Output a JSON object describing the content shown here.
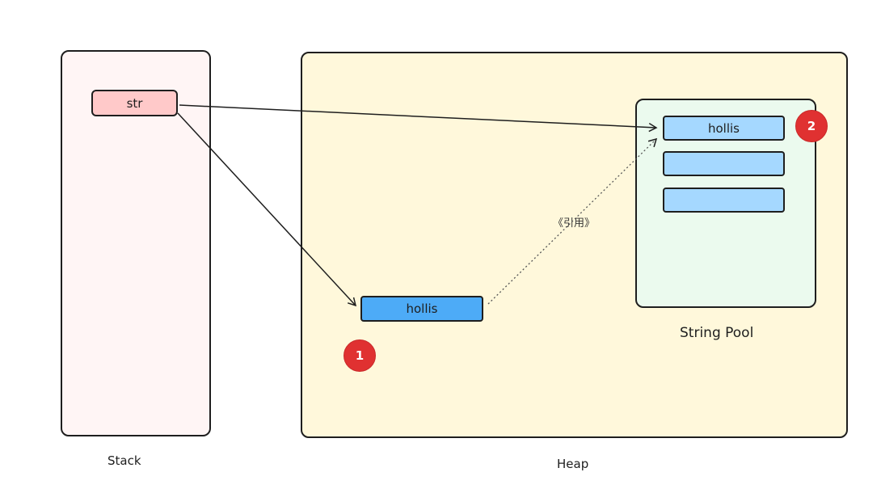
{
  "regions": {
    "stack_label": "Stack",
    "heap_label": "Heap",
    "string_pool_label": "String Pool"
  },
  "stack": {
    "variable": "str"
  },
  "heap": {
    "object_value": "hollis",
    "badge": "1"
  },
  "string_pool": {
    "slots": [
      "hollis",
      "",
      ""
    ],
    "badge": "2"
  },
  "reference_label": "《引用》",
  "colors": {
    "stack_bg": "#fff5f5",
    "heap_bg": "#fff8db",
    "pool_bg": "#ebfaee",
    "variable_box": "#ffc9c9",
    "heap_object": "#4dabf7",
    "pool_slot": "#a5d8ff",
    "badge": "#e03131"
  }
}
